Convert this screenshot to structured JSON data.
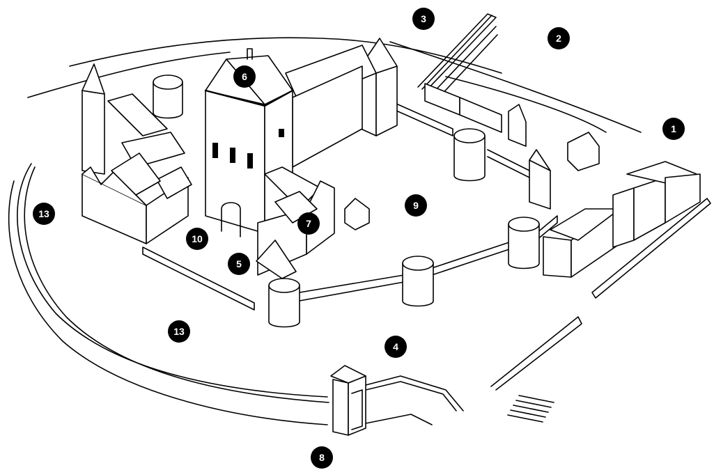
{
  "diagram": {
    "markers": [
      {
        "id": "m1",
        "label": "1"
      },
      {
        "id": "m2",
        "label": "2"
      },
      {
        "id": "m3",
        "label": "3"
      },
      {
        "id": "m4",
        "label": "4"
      },
      {
        "id": "m5",
        "label": "5"
      },
      {
        "id": "m6",
        "label": "6"
      },
      {
        "id": "m7",
        "label": "7"
      },
      {
        "id": "m8",
        "label": "8"
      },
      {
        "id": "m9",
        "label": "9"
      },
      {
        "id": "m10",
        "label": "10"
      },
      {
        "id": "m13a",
        "label": "13"
      },
      {
        "id": "m13b",
        "label": "13"
      }
    ],
    "colors": {
      "ink": "#000000",
      "paper": "#ffffff"
    }
  }
}
